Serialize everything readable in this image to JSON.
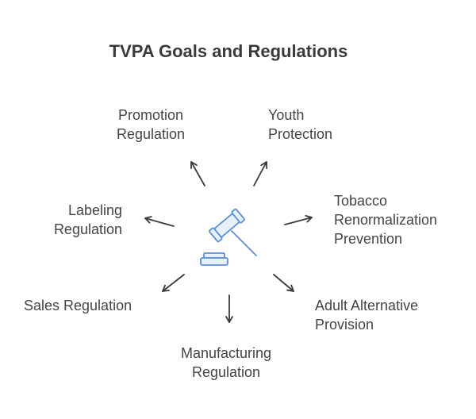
{
  "title": "TVPA Goals and Regulations",
  "nodes": {
    "promotion": [
      "Promotion",
      "Regulation"
    ],
    "youth": [
      "Youth",
      "Protection"
    ],
    "labeling": [
      "Labeling",
      "Regulation"
    ],
    "tobacco": [
      "Tobacco",
      "Renormalization",
      "Prevention"
    ],
    "sales": [
      "Sales Regulation"
    ],
    "adult": [
      "Adult Alternative",
      "Provision"
    ],
    "manufacturing": [
      "Manufacturing",
      "Regulation"
    ]
  },
  "colors": {
    "text": "#3a3a3a",
    "arrow": "#3a3a3a",
    "icon": "#5b8fd9",
    "icon_fill": "#e8f0fb"
  },
  "center_icon": "gavel-icon"
}
